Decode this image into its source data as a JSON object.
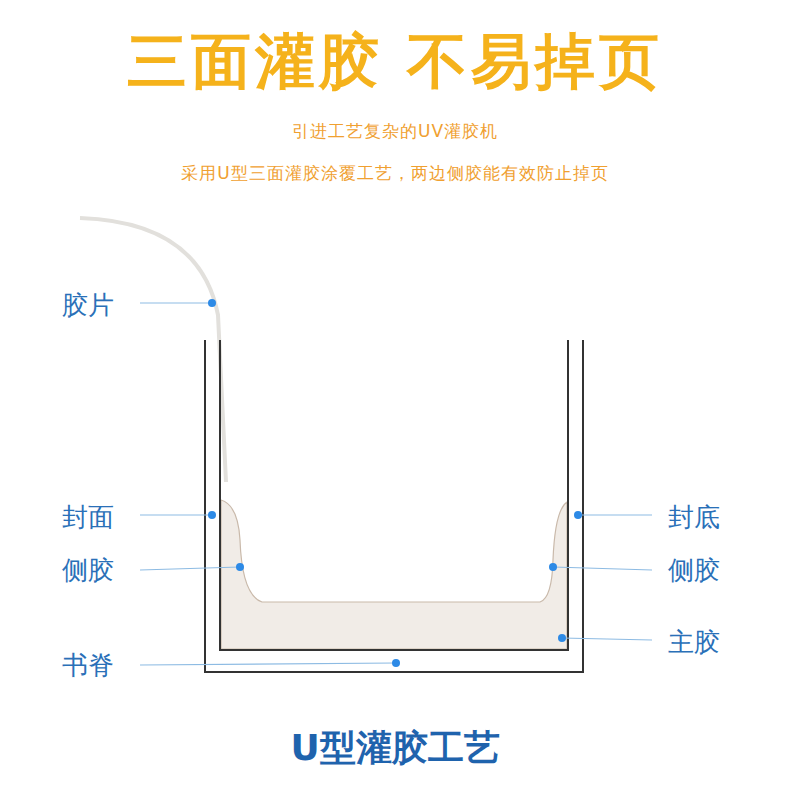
{
  "diagram": {
    "title": "三面灌胶 不易掉页",
    "caption": "U型灌胶工艺",
    "labels": [
      "引进工艺复杂的UV灌胶机",
      "采用U型三面灌胶涂覆工艺，两边侧胶能有效防止掉页",
      "胶片",
      "封面",
      "侧胶",
      "书脊",
      "封底",
      "侧胶",
      "主胶"
    ]
  }
}
